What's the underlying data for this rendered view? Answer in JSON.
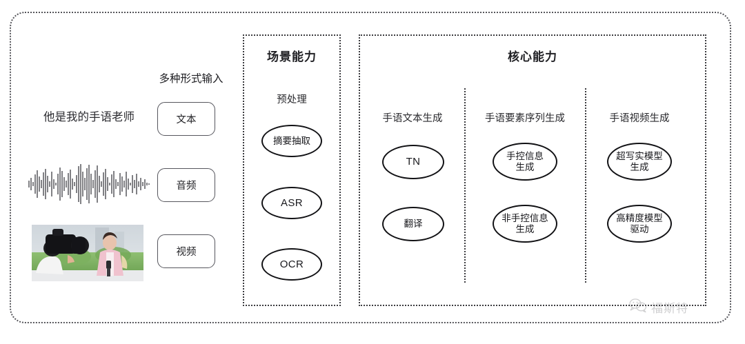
{
  "diagram": {
    "outer_frame": true,
    "input_section": {
      "heading": "多种形式输入",
      "sample_text": "他是我的手语老师",
      "modalities": [
        {
          "label": "文本",
          "icon": "text-icon"
        },
        {
          "label": "音频",
          "icon": "waveform-icon"
        },
        {
          "label": "视频",
          "icon": "video-thumbnail-icon"
        }
      ]
    },
    "scene_panel": {
      "title": "场景能力",
      "groups": [
        {
          "heading": "预处理",
          "nodes": [
            {
              "label": "摘要抽取",
              "script": "cjk"
            },
            {
              "label": "ASR",
              "script": "latin"
            },
            {
              "label": "OCR",
              "script": "latin"
            }
          ]
        }
      ]
    },
    "core_panel": {
      "title": "核心能力",
      "groups": [
        {
          "heading": "手语文本生成",
          "nodes": [
            {
              "label": "TN",
              "script": "latin"
            },
            {
              "label": "翻译",
              "script": "cjk"
            }
          ]
        },
        {
          "heading": "手语要素序列生成",
          "nodes": [
            {
              "label": "手控信息\n生成",
              "script": "cjk"
            },
            {
              "label": "非手控信息\n生成",
              "script": "cjk"
            }
          ]
        },
        {
          "heading": "手语视频生成",
          "nodes": [
            {
              "label": "超写实模型\n生成",
              "script": "cjk"
            },
            {
              "label": "高精度模型\n驱动",
              "script": "cjk"
            }
          ]
        }
      ]
    },
    "watermark": {
      "icon": "wechat-icon",
      "text": "福斯特"
    },
    "colors": {
      "frame_dotted": "#55555a",
      "panel_dotted": "#3a3a3e",
      "node_stroke": "#111114",
      "chip_stroke": "#55555c",
      "text": "#222222",
      "background": "#ffffff",
      "watermark": "#7b7b80"
    }
  }
}
